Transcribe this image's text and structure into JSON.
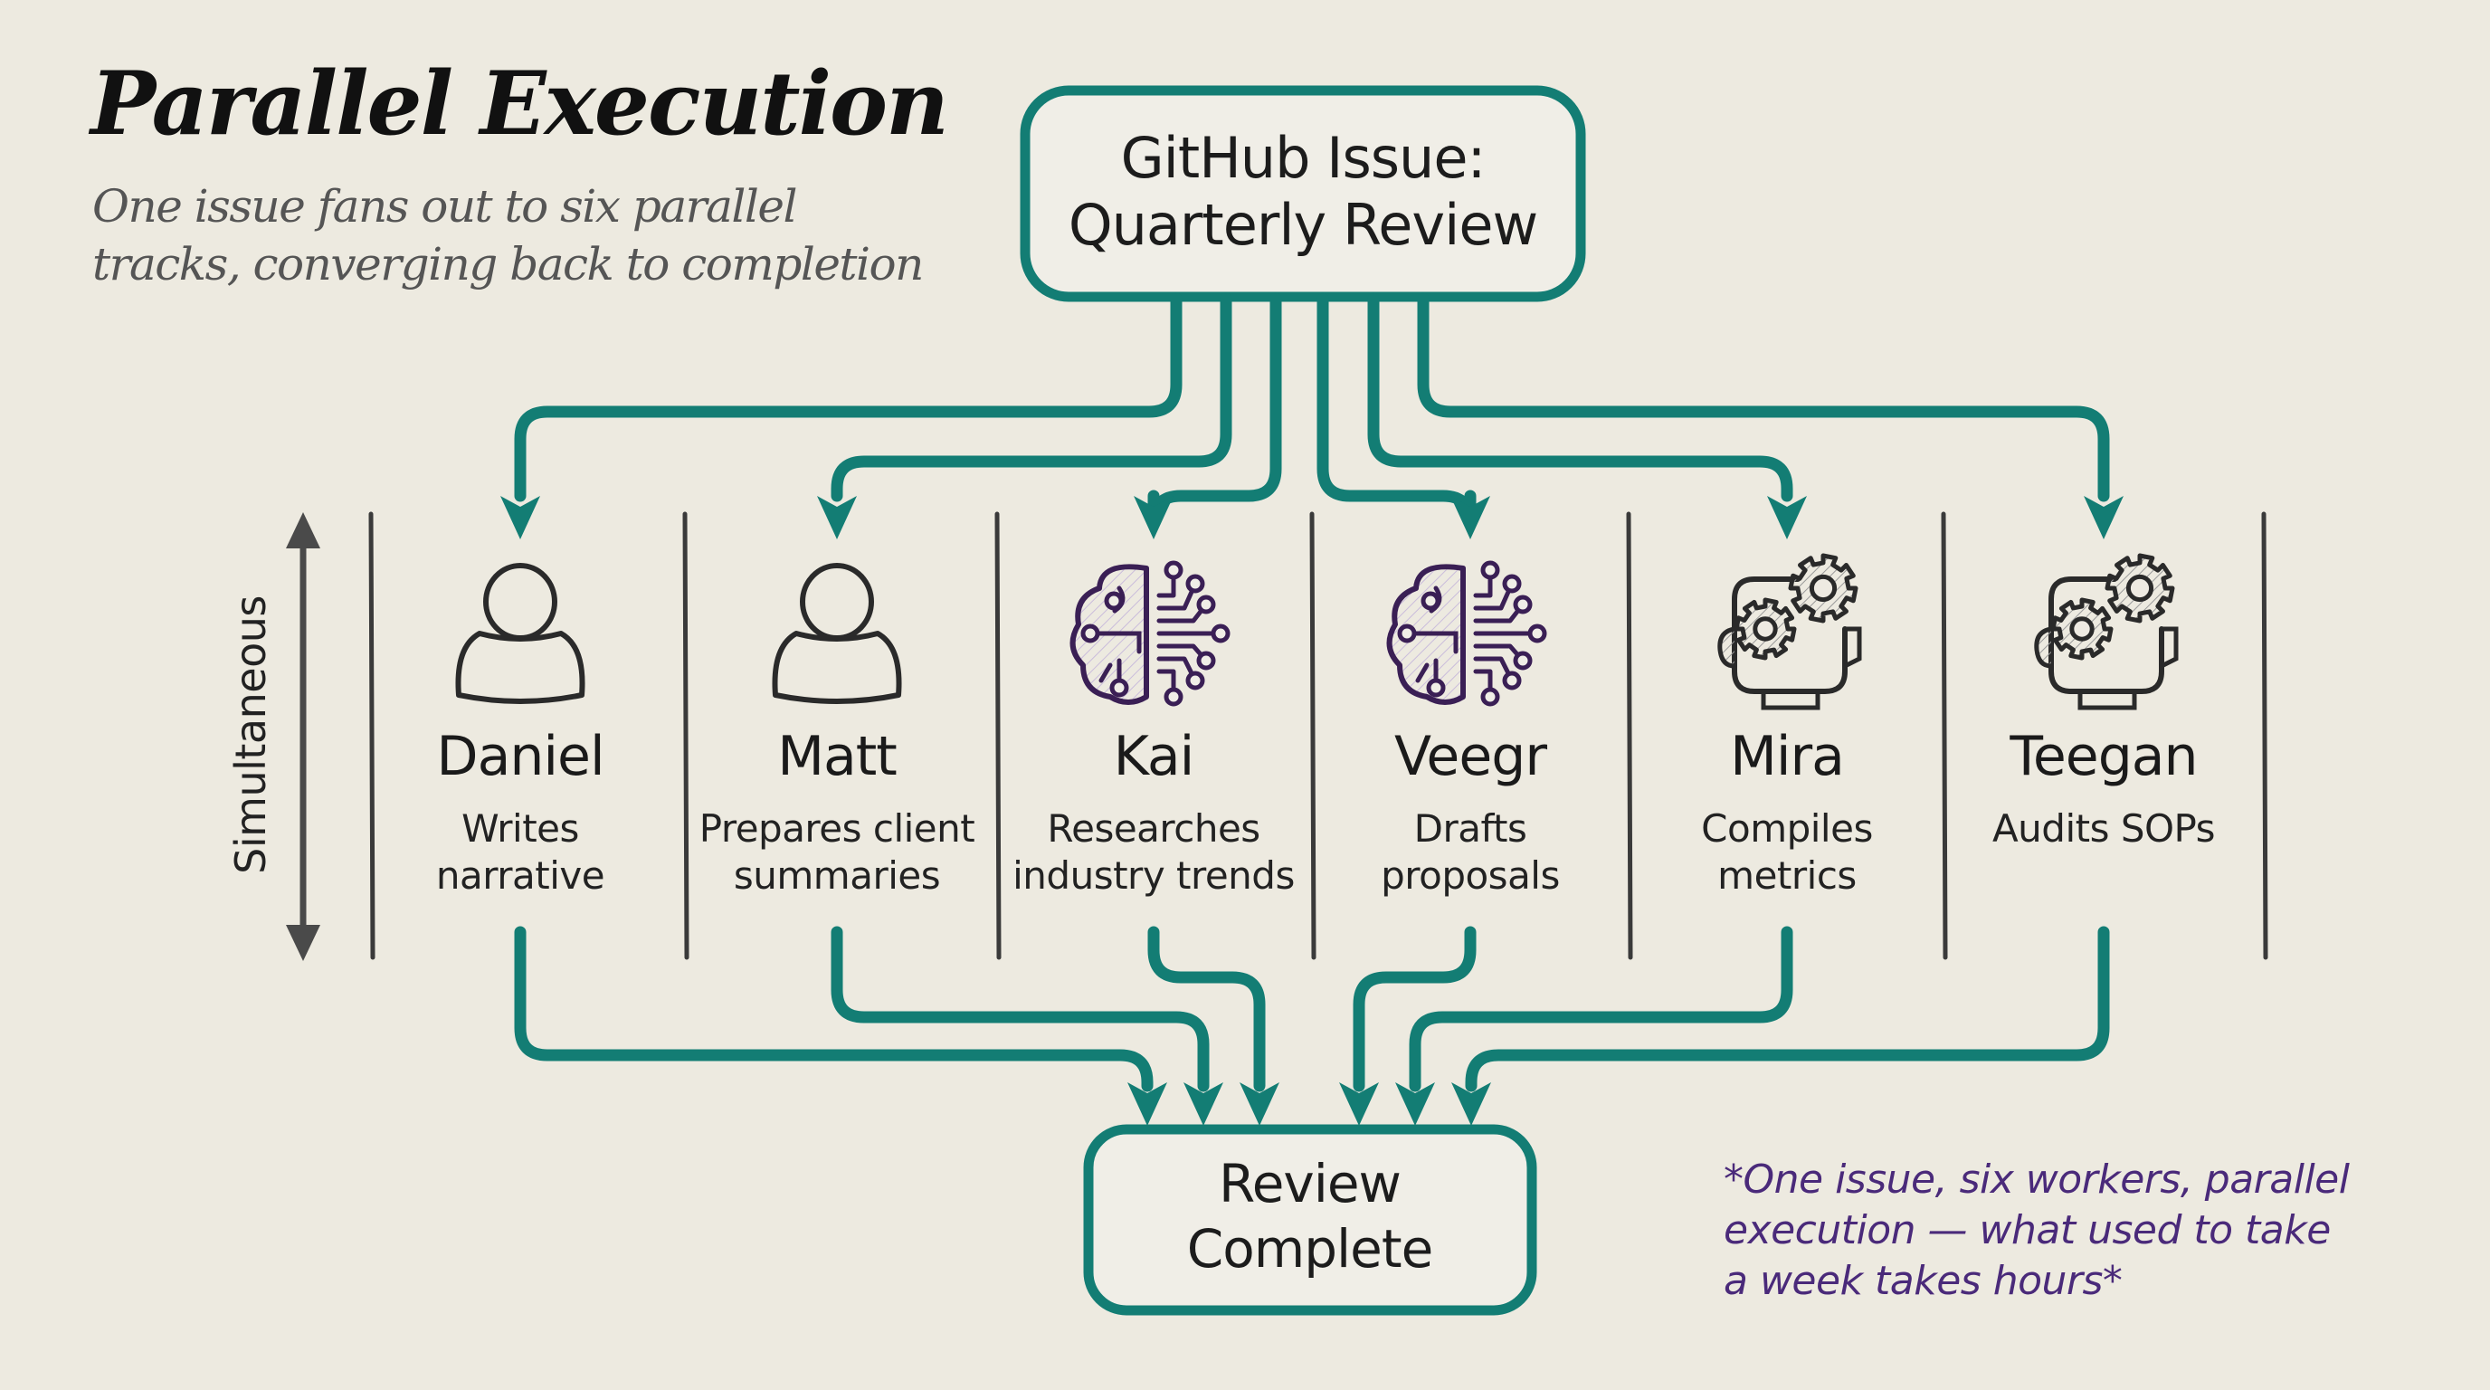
{
  "header": {
    "title": "Parallel Execution",
    "subtitle_lines": [
      "One issue fans out to six parallel",
      "tracks, converging back to completion"
    ]
  },
  "source_node": {
    "lines": [
      "GitHub Issue:",
      "Quarterly Review"
    ]
  },
  "axis_label": "Simultaneous",
  "workers": [
    {
      "name": "Daniel",
      "role_lines": [
        "Writes",
        "narrative"
      ],
      "icon": "person-icon"
    },
    {
      "name": "Matt",
      "role_lines": [
        "Prepares client",
        "summaries"
      ],
      "icon": "person-icon"
    },
    {
      "name": "Kai",
      "role_lines": [
        "Researches",
        "industry trends"
      ],
      "icon": "ai-brain-icon"
    },
    {
      "name": "Veegr",
      "role_lines": [
        "Drafts",
        "proposals"
      ],
      "icon": "ai-brain-icon"
    },
    {
      "name": "Mira",
      "role_lines": [
        "Compiles",
        "metrics"
      ],
      "icon": "robot-gears-icon"
    },
    {
      "name": "Teegan",
      "role_lines": [
        "Audits SOPs"
      ],
      "icon": "robot-gears-icon"
    }
  ],
  "target_node": {
    "lines": [
      "Review",
      "Complete"
    ]
  },
  "footnote": {
    "lines": [
      "*One issue, six workers, parallel",
      "execution — what used to take",
      "a week takes hours*"
    ]
  },
  "colors": {
    "background": "#edeae0",
    "connector": "#137d74",
    "text": "#1c1c1c",
    "subtitle": "#555555",
    "footnote": "#4a2a7a",
    "divider": "#3a3a3a",
    "brain_icon": "#3a1f55",
    "brain_accent": "#9b84c9"
  }
}
